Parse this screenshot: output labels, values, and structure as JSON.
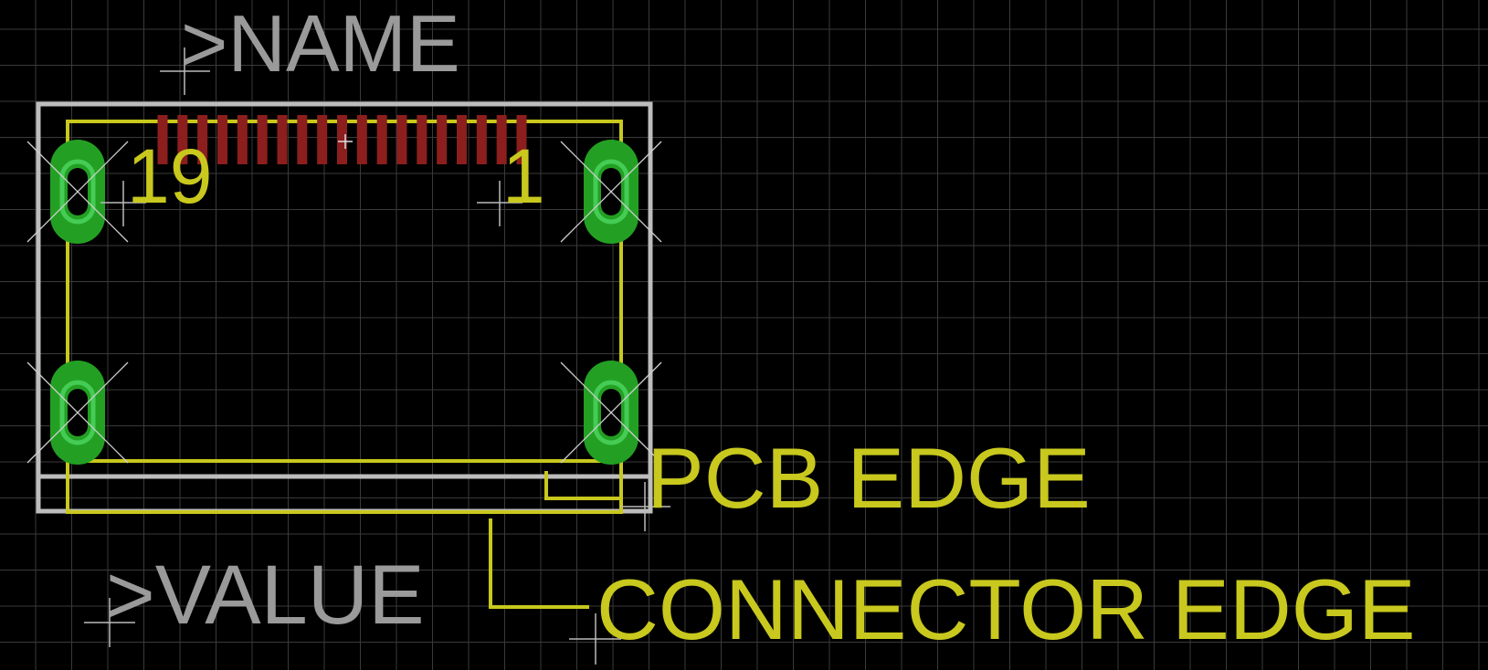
{
  "labels": {
    "name": ">NAME",
    "value": ">VALUE",
    "pin_first": "19",
    "pin_last": "1",
    "pcb_edge": "PCB EDGE",
    "connector_edge": "CONNECTOR EDGE"
  },
  "pads": {
    "count": 19
  },
  "colors": {
    "background": "#000000",
    "grid": "#3a3a3a",
    "silkscreen": "#bdbdbd",
    "name_text": "#9a9a9a",
    "outline": "#c8c81e",
    "pad_smd": "#8c1e1e",
    "pad_green": "#23a023",
    "drill_ring": "#44cc55",
    "origin_cross": "#bbbbbb"
  }
}
